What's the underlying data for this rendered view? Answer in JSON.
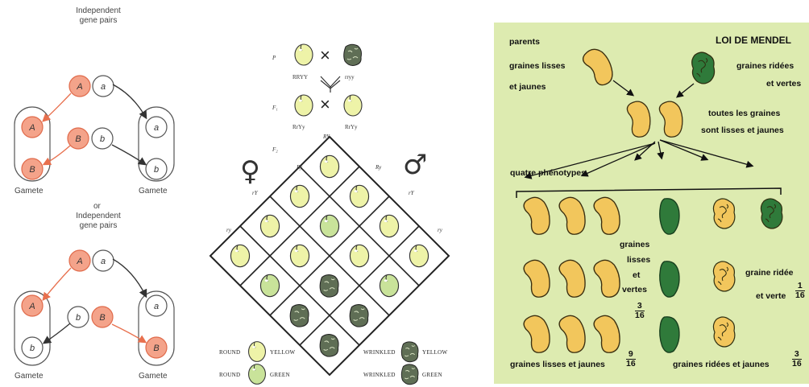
{
  "gene_panel": {
    "top_title_line1": "Independent",
    "top_title_line2": "gene pairs",
    "bottom_title_line1": "Independent",
    "bottom_title_line2": "gene pairs",
    "or_label": "or",
    "gamete_label": "Gamete",
    "alleles": {
      "A": "A",
      "a": "a",
      "B": "B",
      "b": "b"
    },
    "colors": {
      "dominant": "#f4a38a",
      "dominant_stroke": "#e06a4a",
      "arrow": "#e8704e"
    }
  },
  "punnett_panel": {
    "p_label": "P",
    "f1_label": "F₁",
    "f2_label": "F₂",
    "cross_symbol": "×",
    "p_genotype_left": "RRYY",
    "p_genotype_right": "rryy",
    "f1_genotype_left": "RrYy",
    "f1_genotype_right": "RrYy",
    "gamete_top": "RY",
    "gamete_ry_left": "Ry",
    "gamete_ry_right": "Ry",
    "gamete_rY_left": "rY",
    "gamete_rY_right": "rY",
    "gamete_ry_low_left": "ry",
    "gamete_ry_low_right": "ry",
    "female_symbol": "♀",
    "male_symbol": "♂",
    "legend": {
      "round": "ROUND",
      "yellow": "YELLOW",
      "green": "GREEN",
      "wrinkled": "WRINKLED"
    },
    "colors": {
      "yellow_pea": "#eef3a8",
      "green_pea": "#c9e39a",
      "wrinkled": "#5f6e55"
    }
  },
  "mendel_panel": {
    "title": "LOI DE MENDEL",
    "parents": "parents",
    "left_parent_line1": "graines lisses",
    "left_parent_line2": "et jaunes",
    "right_parent_line1": "graines ridées",
    "right_parent_line2": "et vertes",
    "f1_line1": "toutes les graines",
    "f1_line2": "sont lisses et jaunes",
    "four_phenotypes": "quatre phénotypes",
    "green_smooth_line1": "graines",
    "green_smooth_line2": "lisses",
    "green_smooth_line3": "et",
    "green_smooth_line4": "vertes",
    "green_smooth_num": "3",
    "green_smooth_den": "16",
    "wrinkled_green_line1": "graine ridée",
    "wrinkled_green_line2": "et verte",
    "wrinkled_green_num": "1",
    "wrinkled_green_den": "16",
    "yellow_smooth_label": "graines lisses et jaunes",
    "yellow_smooth_num": "9",
    "yellow_smooth_den": "16",
    "yellow_wrinkled_label": "graines ridées et jaunes",
    "yellow_wrinkled_num": "3",
    "yellow_wrinkled_den": "16",
    "colors": {
      "background": "#ddebb0",
      "yellow_seed": "#f2c65c",
      "green_seed": "#2f7a3a"
    }
  }
}
